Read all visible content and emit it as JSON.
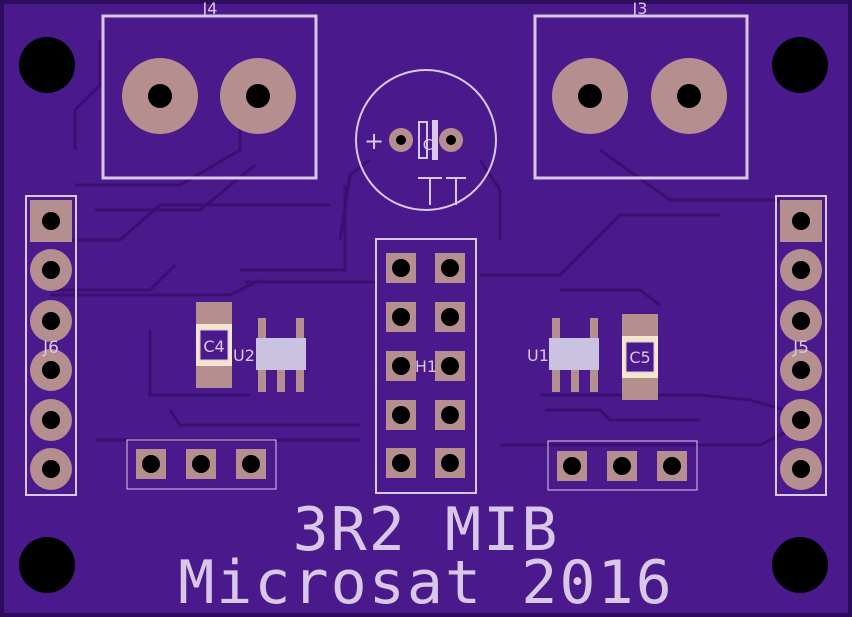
{
  "board": {
    "title_line1": "3R2 MIB",
    "title_line2": "Microsat 2016",
    "colors": {
      "board": "#4a1a8c",
      "edge": "#2e0c5c",
      "trace": "#3a0f70",
      "pad": "#b58f8f",
      "silk": "#d9c7e8",
      "hole": "#000000",
      "smd": "#c9c2e0",
      "cap_body": "#f4e6cc"
    }
  },
  "labels": {
    "j4": "J4",
    "j3": "J3",
    "j6": "J6",
    "j5": "J5",
    "c4": "C4",
    "c5": "C5",
    "u1": "U1",
    "u2": "U2",
    "h1": "H1",
    "c_plus": "+",
    "c_ref": "C"
  }
}
